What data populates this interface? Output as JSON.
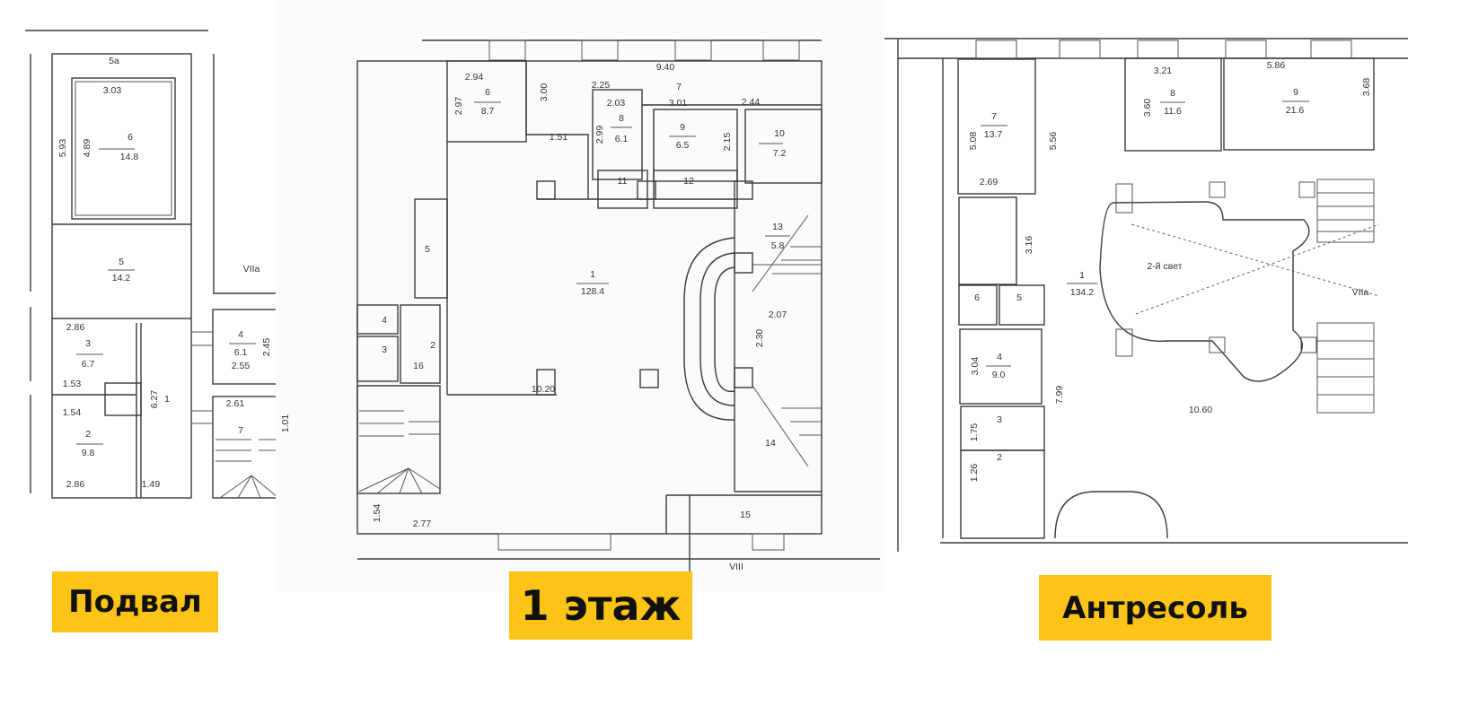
{
  "plans": [
    {
      "title": "Подвал",
      "labels": [
        "5a",
        "3.03",
        "6",
        "14.8",
        "5.93",
        "4.89",
        "5",
        "14.2",
        "VIIa",
        "2.86",
        "3",
        "6.7",
        "1.53",
        "1.54",
        "2",
        "9.8",
        "2.86",
        "1.49",
        "6.27",
        "1",
        "4",
        "6.1",
        "2.55",
        "2.45",
        "2.61",
        "7",
        "1.01"
      ]
    },
    {
      "title": "1 этаж",
      "labels": [
        "2.94",
        "6",
        "8.7",
        "2.97",
        "3.00",
        "9.40",
        "2.25",
        "7",
        "2.03",
        "8",
        "6.1",
        "2.99",
        "1.51",
        "3.01",
        "9",
        "6.5",
        "2.15",
        "2.44",
        "10",
        "7.2",
        "11",
        "12",
        "13",
        "5.8",
        "5",
        "1",
        "128.4",
        "4",
        "3",
        "2",
        "2.07",
        "2.30",
        "16",
        "10.20",
        "14",
        "15",
        "2.77",
        "1.54",
        "VIII"
      ]
    },
    {
      "title": "Антресоль",
      "labels": [
        "7",
        "13.7",
        "5.08",
        "5.56",
        "2.69",
        "3.21",
        "8",
        "11.6",
        "3.60",
        "5.86",
        "9",
        "21.6",
        "3.68",
        "3.16",
        "2-й свет",
        "1",
        "134.2",
        "VIIa",
        "6",
        "5",
        "4",
        "9.0",
        "3.04",
        "7.99",
        "10.60",
        "3",
        "1.75",
        "2",
        "1.26"
      ]
    }
  ]
}
